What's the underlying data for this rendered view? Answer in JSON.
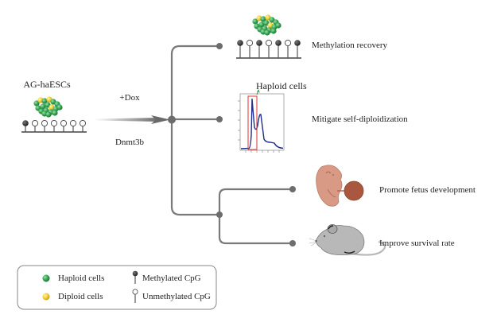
{
  "source": {
    "label": "AG-haESCs",
    "cpg_pattern": [
      "methylated",
      "unmethylated",
      "unmethylated",
      "unmethylated",
      "unmethylated",
      "unmethylated",
      "unmethylated"
    ]
  },
  "treatment": {
    "top_label": "+Dox",
    "bottom_label": "Dnmt3b"
  },
  "outcomes": [
    {
      "label": "Methylation recovery",
      "cpg_pattern": [
        "methylated",
        "unmethylated",
        "methylated",
        "unmethylated",
        "methylated",
        "unmethylated",
        "methylated"
      ]
    },
    {
      "label": "Mitigate self-diploidization",
      "histogram_label": "Haploid cells"
    },
    {
      "label": "Promote fetus development"
    },
    {
      "label": "Improve survival rate"
    }
  ],
  "legend": {
    "items": [
      {
        "label": "Haploid cells",
        "symbol": "green-sphere",
        "color": "#3aa655"
      },
      {
        "label": "Diploid cells",
        "symbol": "yellow-sphere",
        "color": "#f2d13a"
      },
      {
        "label": "Methylated CpG",
        "symbol": "filled-lollipop",
        "color": "#333333"
      },
      {
        "label": "Unmethylated CpG",
        "symbol": "open-lollipop",
        "color": "#ffffff"
      }
    ]
  },
  "colors": {
    "connector": "#7a7a7a",
    "histogram_line": "#1f2f8a",
    "gate_box": "#e03030",
    "gate_arrow": "#2a9a4a",
    "embryo": "#d99a85",
    "placenta": "#a9583f",
    "mouse": "#b8b8b8"
  }
}
